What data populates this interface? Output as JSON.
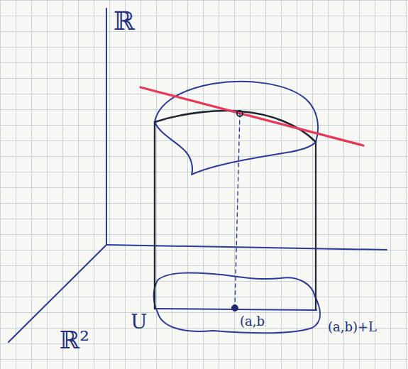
{
  "diagram": {
    "labels": [
      "ℝ",
      "ℝ²",
      "U",
      "(a,b",
      "(a,b)+L"
    ]
  }
}
